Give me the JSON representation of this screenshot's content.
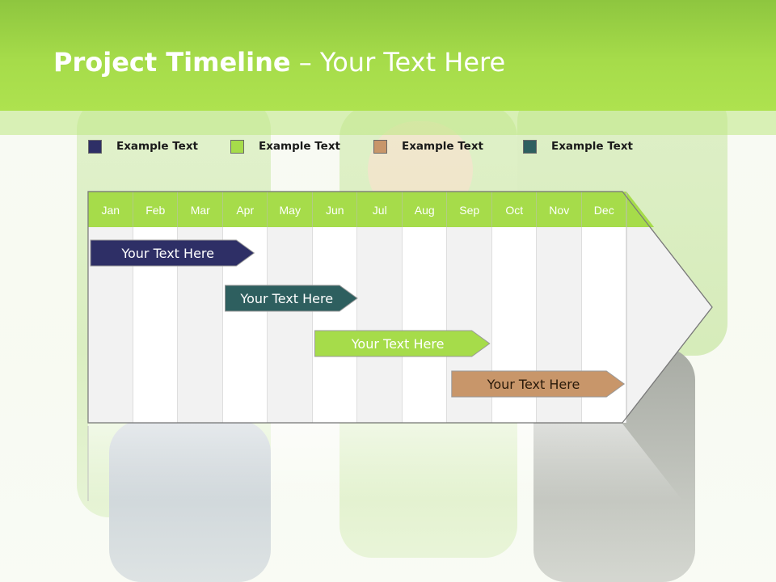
{
  "slide": {
    "title_bold": "Project Timeline",
    "title_rest": " – Your Text Here"
  },
  "legend": [
    {
      "label": "Example Text",
      "color": "#2e2f66"
    },
    {
      "label": "Example Text",
      "color": "#a6dc4a"
    },
    {
      "label": "Example Text",
      "color": "#c8966a"
    },
    {
      "label": "Example Text",
      "color": "#2e5f5f"
    }
  ],
  "timeline": {
    "months": [
      "Jan",
      "Feb",
      "Mar",
      "Apr",
      "May",
      "Jun",
      "Jul",
      "Aug",
      "Sep",
      "Oct",
      "Nov",
      "Dec"
    ],
    "tasks": [
      {
        "label": "Your  Text Here",
        "start_month": 0.0,
        "end_month": 3.7,
        "color": "#2e2f66",
        "text_color": "#ffffff"
      },
      {
        "label": "Your  Text Here",
        "start_month": 3.0,
        "end_month": 6.0,
        "color": "#2e5f5f",
        "text_color": "#ffffff"
      },
      {
        "label": "Your  Text Here",
        "start_month": 5.0,
        "end_month": 8.95,
        "color": "#a6dc4a",
        "text_color": "#ffffff"
      },
      {
        "label": "Your  Text Here",
        "start_month": 8.05,
        "end_month": 11.95,
        "color": "#c8966a",
        "text_color": "#2a1a0a"
      }
    ],
    "header_color": "#a6dc4a",
    "month_label_color": "#ffffff"
  }
}
